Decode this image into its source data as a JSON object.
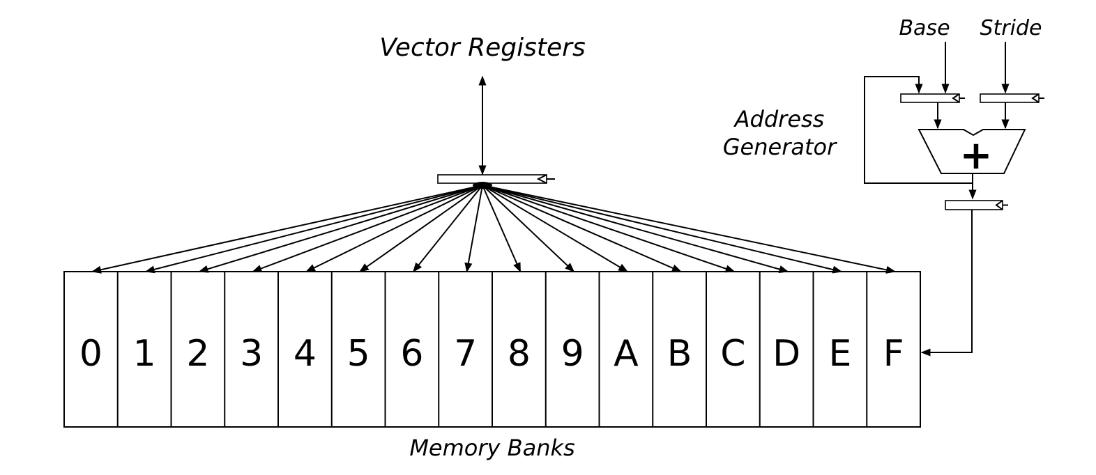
{
  "labels": {
    "vector_registers": "Vector Registers",
    "base": "Base",
    "stride": "Stride",
    "address_generator_line1": "Address",
    "address_generator_line2": "Generator",
    "memory_banks": "Memory Banks",
    "adder_symbol": "+"
  },
  "banks": [
    "0",
    "1",
    "2",
    "3",
    "4",
    "5",
    "6",
    "7",
    "8",
    "9",
    "A",
    "B",
    "C",
    "D",
    "E",
    "F"
  ]
}
